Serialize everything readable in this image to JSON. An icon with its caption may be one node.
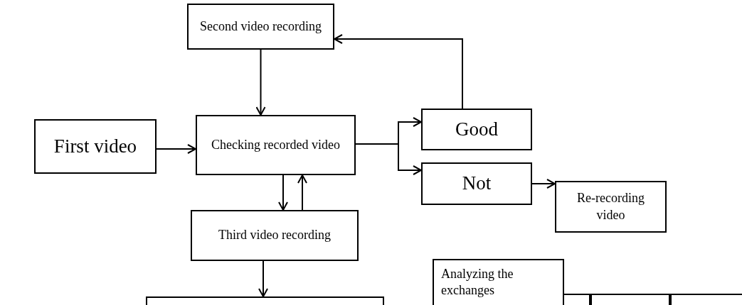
{
  "diagram": {
    "nodes": [
      {
        "text": [
          "Second video recording"
        ]
      },
      {
        "text": [
          "First video"
        ]
      },
      {
        "text": [
          "Checking recorded video"
        ]
      },
      {
        "text": [
          "Good"
        ]
      },
      {
        "text": [
          "Not"
        ]
      },
      {
        "text": [
          "Re-recording video"
        ]
      },
      {
        "text": [
          "Third video recording"
        ]
      },
      {
        "text": [],
        "shape": "box"
      },
      {
        "text": [
          "Analyzing the exchanges"
        ]
      },
      {
        "text": [],
        "shape": "box"
      },
      {
        "text": [],
        "shape": "box"
      },
      {
        "text": [],
        "shape": "box"
      }
    ],
    "edges": [
      {
        "from": 0,
        "to": 2,
        "arrow": "to"
      },
      {
        "from": 1,
        "to": 2,
        "arrow": "to"
      },
      {
        "from": 2,
        "to": 3,
        "arrow": "to"
      },
      {
        "from": 2,
        "to": 4,
        "arrow": "to"
      },
      {
        "from": 3,
        "to": 0,
        "arrow": "to"
      },
      {
        "from": 4,
        "to": 5,
        "arrow": "to"
      },
      {
        "from": 2,
        "to": 6,
        "arrow": "to"
      },
      {
        "from": 6,
        "to": 2,
        "arrow": "to"
      },
      {
        "from": 6,
        "to": 7,
        "arrow": "to"
      }
    ]
  }
}
